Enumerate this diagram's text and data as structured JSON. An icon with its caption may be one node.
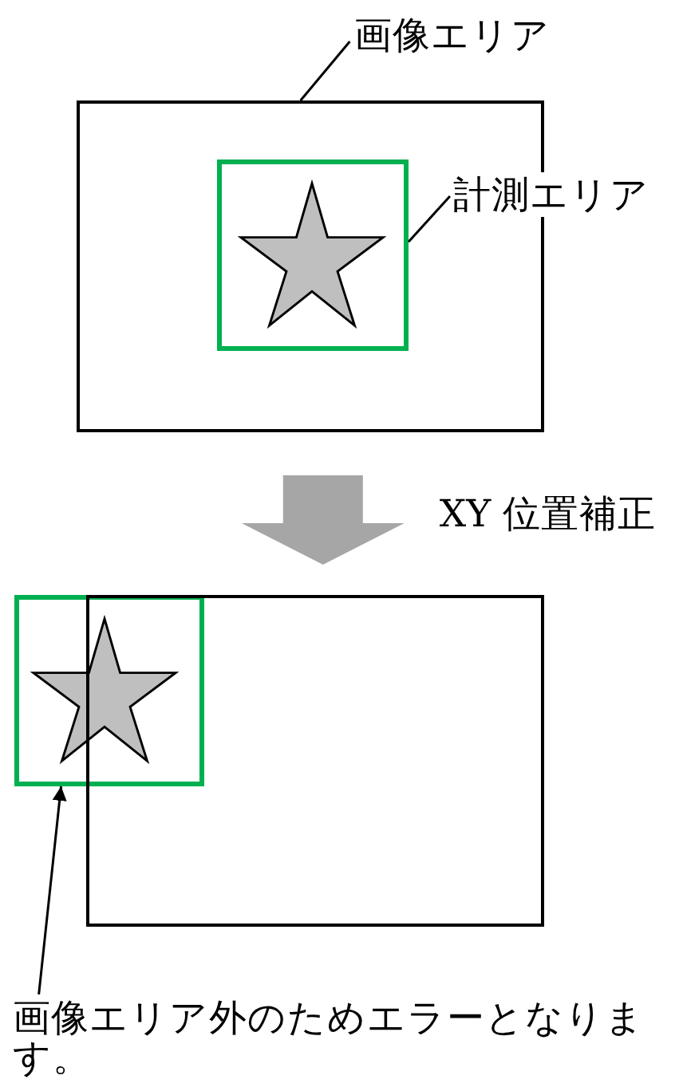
{
  "diagram": {
    "nodes": [
      {
        "text": [
          "画像エリア"
        ]
      },
      {
        "text": [],
        "shape": "box"
      },
      {
        "text": [],
        "shape": "box",
        "in": 1
      },
      {
        "text": [],
        "shape": "star",
        "in": 2
      },
      {
        "text": [
          "計測エリア"
        ]
      },
      {
        "text": [],
        "shape": "box"
      },
      {
        "text": [],
        "shape": "box"
      },
      {
        "text": [],
        "shape": "star",
        "in": 6
      },
      {
        "text": [
          "画像エリア外のためエラーとなります。"
        ]
      }
    ],
    "edges": [
      {
        "from": 0,
        "to": 1,
        "arrow": "none"
      },
      {
        "from": 4,
        "to": 2,
        "arrow": "none"
      },
      {
        "from": 1,
        "to": 5,
        "arrow": "to",
        "label": "XY 位置補正",
        "style": "thick",
        "color": "#a6a6a6"
      },
      {
        "from": 8,
        "to": 6,
        "arrow": "to"
      }
    ]
  }
}
